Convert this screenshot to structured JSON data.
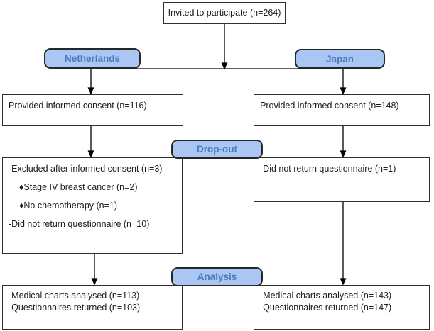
{
  "diagram": {
    "title_box": "Invited to participate (n=264)",
    "branches": {
      "left": "Netherlands",
      "right": "Japan"
    },
    "stages": {
      "dropout": "Drop-out",
      "analysis": "Analysis"
    },
    "netherlands": {
      "consent": "Provided informed consent (n=116)",
      "dropout_lines": [
        "-Excluded after informed consent (n=3)",
        "♦Stage IV breast cancer (n=2)",
        "♦No chemotherapy (n=1)",
        "-Did not return questionnaire (n=10)"
      ],
      "analysis_lines": [
        "-Medical charts analysed (n=113)",
        "-Questionnaires returned (n=103)"
      ]
    },
    "japan": {
      "consent": "Provided informed consent (n=148)",
      "dropout_lines": [
        "-Did not return questionnaire (n=1)"
      ],
      "analysis_lines": [
        "-Medical charts analysed (n=143)",
        "-Questionnaires returned (n=147)"
      ]
    },
    "colors": {
      "pill_fill": "#a9c7f2",
      "pill_text": "#4a7abf",
      "pill_border": "#262626",
      "box_border": "#2f2f2f",
      "connector": "#000000"
    }
  }
}
